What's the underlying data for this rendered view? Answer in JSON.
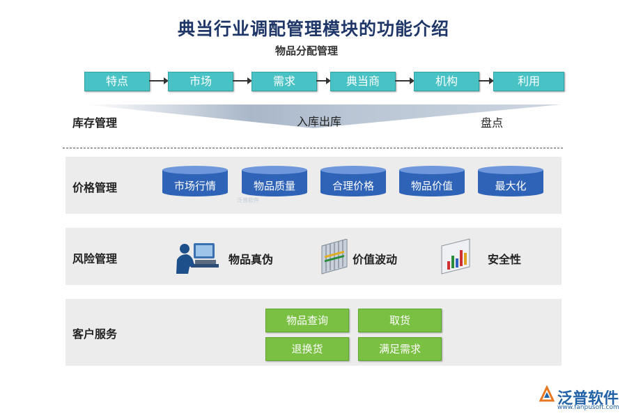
{
  "title": "典当行业调配管理模块的功能介绍",
  "subtitle": "物品分配管理",
  "flow": [
    "特点",
    "市场",
    "需求",
    "典当商",
    "机构",
    "利用"
  ],
  "inventory": {
    "label": "库存管理",
    "center": "入库出库",
    "right": "盘点"
  },
  "price": {
    "label": "价格管理",
    "items": [
      "市场行情",
      "物品质量",
      "合理价格",
      "物品价值",
      "最大化"
    ]
  },
  "risk": {
    "label": "风险管理",
    "items": [
      {
        "label": "物品真伪",
        "icon": "computer-user-icon"
      },
      {
        "label": "价值波动",
        "icon": "abacus-icon"
      },
      {
        "label": "安全性",
        "icon": "bar-chart-icon"
      }
    ]
  },
  "service": {
    "label": "客户服务",
    "buttons": [
      "物品查询",
      "取货",
      "退换货",
      "满足需求"
    ]
  },
  "brand": {
    "name": "泛普软件",
    "url": "www.fanpusoft.com",
    "watermark": "泛普软件"
  },
  "colors": {
    "title": "#1f3768",
    "flow_box": "#48c2c5",
    "cylinder": "#2f63b8",
    "service_button": "#7ac043",
    "panel": "#ececec",
    "brand": "#2263a8"
  }
}
